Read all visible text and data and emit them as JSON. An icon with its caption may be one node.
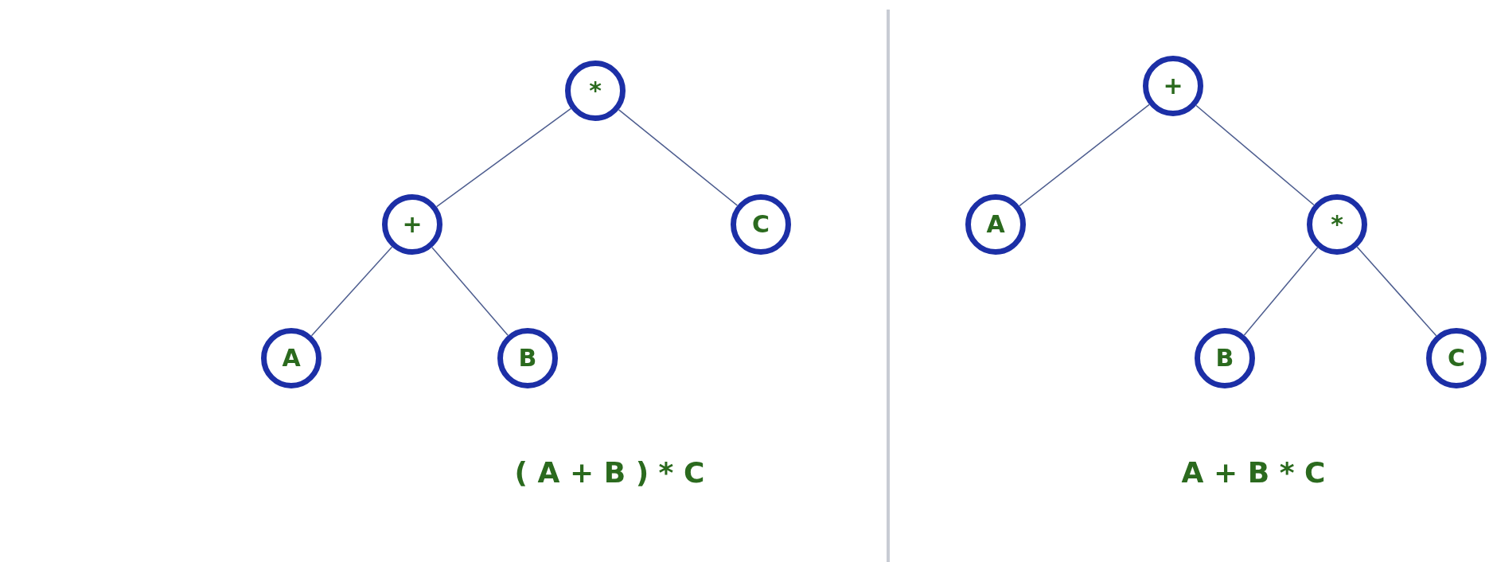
{
  "diagram": {
    "nodes": [
      {
        "text": [
          "*"
        ]
      },
      {
        "text": [
          "+"
        ]
      },
      {
        "text": [
          "C"
        ]
      },
      {
        "text": [
          "A"
        ]
      },
      {
        "text": [
          "B"
        ]
      },
      {
        "text": [
          "+"
        ]
      },
      {
        "text": [
          "A"
        ]
      },
      {
        "text": [
          "*"
        ]
      },
      {
        "text": [
          "B"
        ]
      },
      {
        "text": [
          "C"
        ]
      }
    ],
    "edges": [
      {
        "from": 0,
        "to": 1,
        "arrow": "none"
      },
      {
        "from": 0,
        "to": 2,
        "arrow": "none"
      },
      {
        "from": 1,
        "to": 3,
        "arrow": "none"
      },
      {
        "from": 1,
        "to": 4,
        "arrow": "none"
      },
      {
        "from": 5,
        "to": 6,
        "arrow": "none"
      },
      {
        "from": 5,
        "to": 7,
        "arrow": "none"
      },
      {
        "from": 7,
        "to": 8,
        "arrow": "none"
      },
      {
        "from": 7,
        "to": 9,
        "arrow": "none"
      }
    ],
    "labels": [
      "( A + B ) * C",
      "A + B * C"
    ]
  }
}
